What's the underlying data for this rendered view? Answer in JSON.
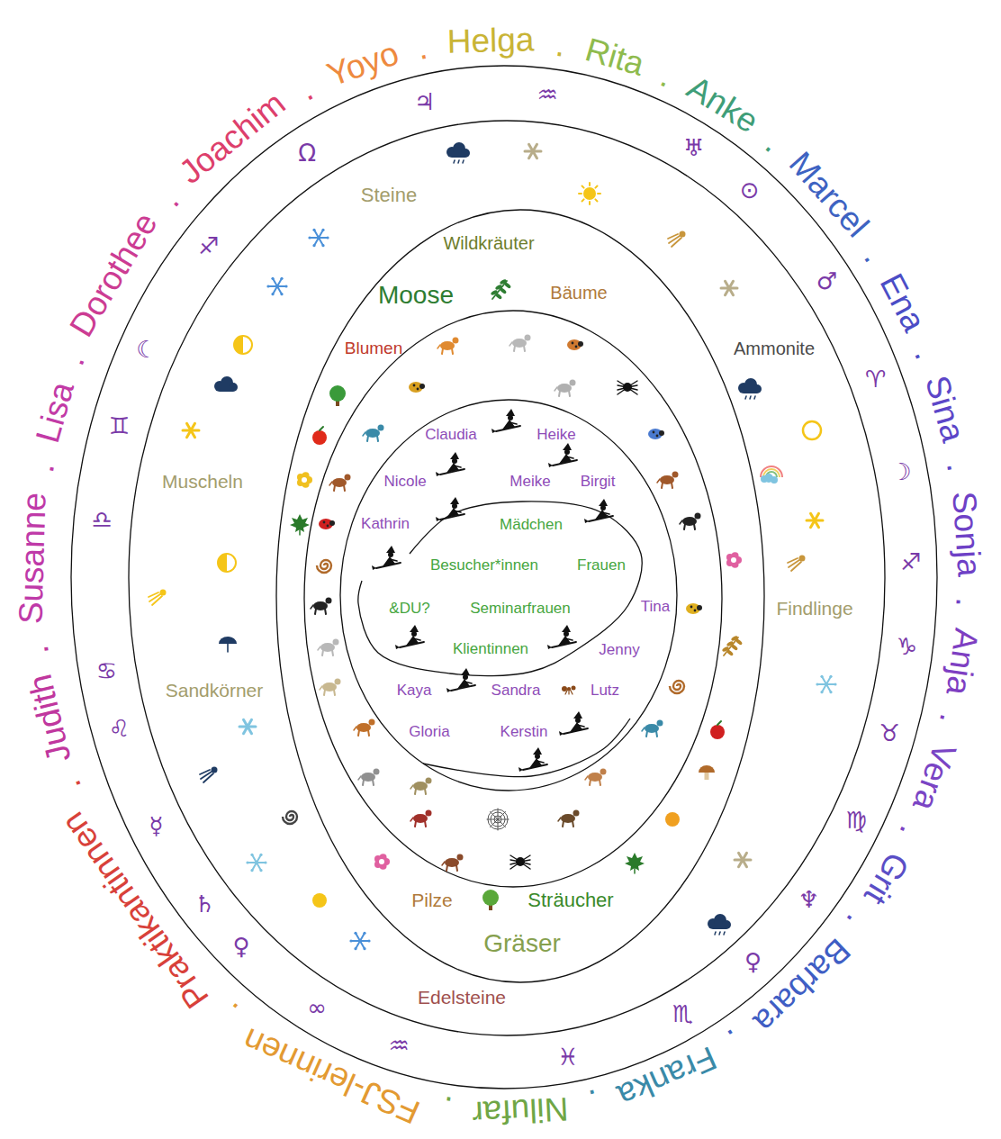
{
  "diagram": {
    "nodes": [
      {
        "text": [
          "Praktikantinnen",
          ".",
          "Judith",
          ".",
          "Susanne",
          ".",
          "Lisa",
          ".",
          "Dorothee",
          ".",
          "Joachim",
          ".",
          "Yoyo",
          ".",
          "Helga",
          ".",
          "Rita",
          ".",
          "Anke",
          ".",
          "Marcel",
          ".",
          "Ena",
          ".",
          "Sina",
          ".",
          "Sonja",
          ".",
          "Anja",
          ".",
          "Vera",
          ".",
          "Grit",
          ".",
          "Barbara",
          ".",
          "Franka",
          ".",
          "Nilufar",
          ".",
          "FSJ-lerinnen",
          "."
        ]
      },
      {
        "text": [
          "Steine",
          "Ammonite",
          "Muscheln",
          "Findlinge",
          "Sandkörner",
          "Edelsteine"
        ],
        "in": 0
      },
      {
        "text": [
          "Wildkräuter",
          "Moose",
          "Bäume",
          "Blumen",
          "Pilze",
          "Sträucher",
          "Gräser"
        ],
        "in": 1
      },
      {
        "text": [
          "Claudia",
          "Heike",
          "Nicole",
          "Meike",
          "Birgit",
          "Kathrin",
          "Tina",
          "Jenny",
          "Kaya",
          "Sandra",
          "Lutz",
          "Gloria",
          "Kerstin"
        ],
        "in": 2
      },
      {
        "text": [
          "Mädchen",
          "Besucher*innen",
          "Frauen",
          "&DU?",
          "Seminarfrauen",
          "Klientinnen"
        ],
        "in": 3
      }
    ],
    "labels": [
      "Ω",
      "♃",
      "♒",
      "♅",
      "⊙",
      "♂",
      "♈",
      "☽",
      "♐",
      "♑",
      "♉",
      "♍",
      "♆",
      "♀",
      "♏",
      "♓",
      "♒",
      "∞",
      "♀",
      "♄",
      "☿",
      "♌",
      "♋",
      "♎",
      "♊",
      "☾",
      "♐"
    ]
  }
}
